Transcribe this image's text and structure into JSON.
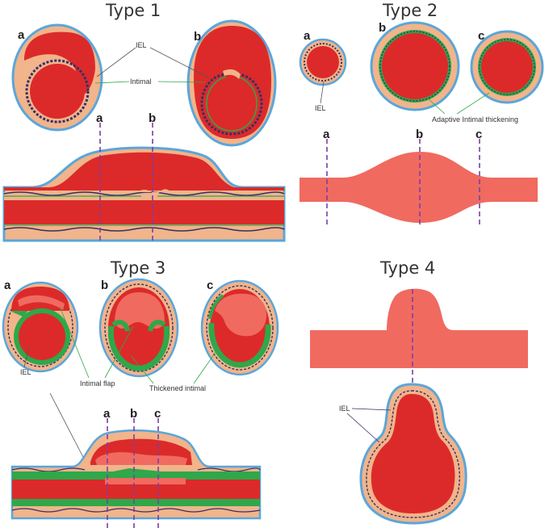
{
  "type1": {
    "title": "Type 1",
    "labels": {
      "a": "a",
      "b": "b"
    },
    "annotations": {
      "iel": "IEL",
      "intimal": "Intimal"
    }
  },
  "type2": {
    "title": "Type 2",
    "labels": {
      "a": "a",
      "b": "b",
      "c": "c"
    },
    "annotations": {
      "iel": "IEL",
      "adaptive": "Adaptive Intimal thickening"
    }
  },
  "type3": {
    "title": "Type 3",
    "labels": {
      "a": "a",
      "b": "b",
      "c": "c"
    },
    "annotations": {
      "iel": "IEL",
      "flap": "Intimal flap",
      "thickened": "Thickened intimal"
    }
  },
  "type4": {
    "title": "Type 4",
    "annotations": {
      "iel": "IEL"
    }
  },
  "colors": {
    "blood": "#dc2a2a",
    "lightblood": "#f06a60",
    "wall": "#f2b48a",
    "adventitia": "#5aa6da",
    "iel": "#34306b",
    "intima": "#2ea84a"
  }
}
